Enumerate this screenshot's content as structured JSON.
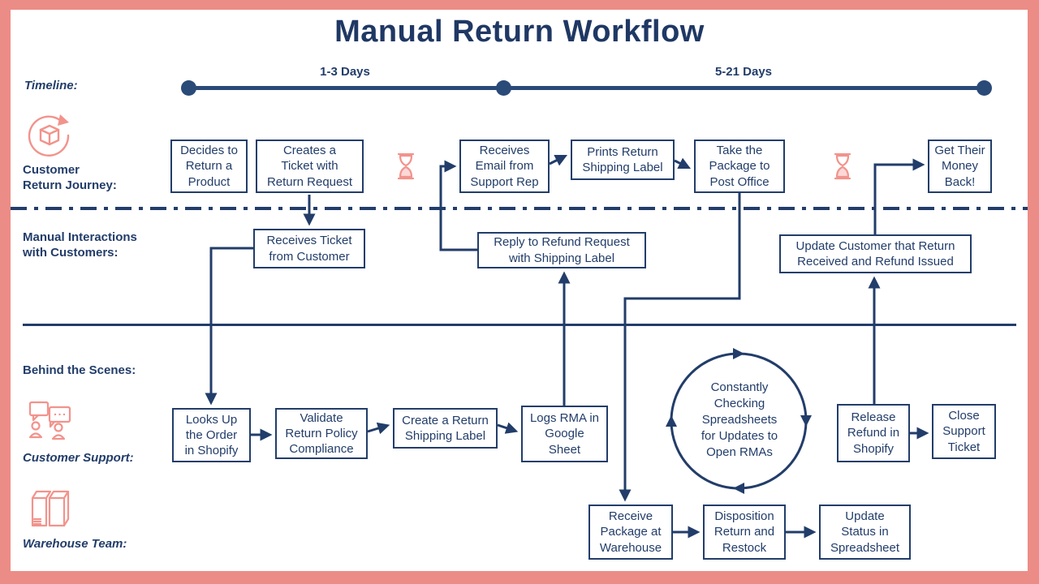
{
  "title": "Manual Return Workflow",
  "colors": {
    "navy": "#223D6A",
    "coral": "#EC8C86"
  },
  "timeline": {
    "label": "Timeline:",
    "segments": [
      {
        "label": "1-3 Days"
      },
      {
        "label": "5-21 Days"
      }
    ]
  },
  "lanes": {
    "customer_return_journey": "Customer\nReturn Journey:",
    "manual_interactions": "Manual Interactions\nwith Customers:",
    "behind_the_scenes": "Behind the Scenes:",
    "customer_support": "Customer Support:",
    "warehouse_team": "Warehouse Team:"
  },
  "icons": {
    "package_return": "package-return-icon",
    "hourglass": "hourglass-icon",
    "chat_support": "chat-support-icon",
    "warehouse": "warehouse-boxes-icon"
  },
  "nodes": {
    "decides_to_return": "Decides to\nReturn a\nProduct",
    "creates_ticket": "Creates a\nTicket with\nReturn Request",
    "receives_email": "Receives\nEmail from\nSupport Rep",
    "prints_label": "Prints Return\nShipping Label",
    "take_package": "Take the\nPackage to\nPost Office",
    "get_money_back": "Get Their\nMoney\nBack!",
    "receives_ticket": "Receives Ticket\nfrom Customer",
    "reply_refund": "Reply to Refund Request\nwith Shipping Label",
    "update_customer": "Update Customer that Return\nReceived and Refund Issued",
    "looks_up_order": "Looks Up\nthe Order\nin Shopify",
    "validate_policy": "Validate\nReturn Policy\nCompliance",
    "create_label": "Create a Return\nShipping Label",
    "logs_rma": "Logs RMA in\nGoogle\nSheet",
    "release_refund": "Release\nRefund in\nShopify",
    "close_ticket": "Close\nSupport\nTicket",
    "receive_package": "Receive\nPackage at\nWarehouse",
    "disposition": "Disposition\nReturn and\nRestock",
    "update_status": "Update\nStatus in\nSpreadsheet"
  },
  "cycle": {
    "label": "Constantly\nChecking\nSpreadsheets\nfor Updates to\nOpen RMAs"
  }
}
